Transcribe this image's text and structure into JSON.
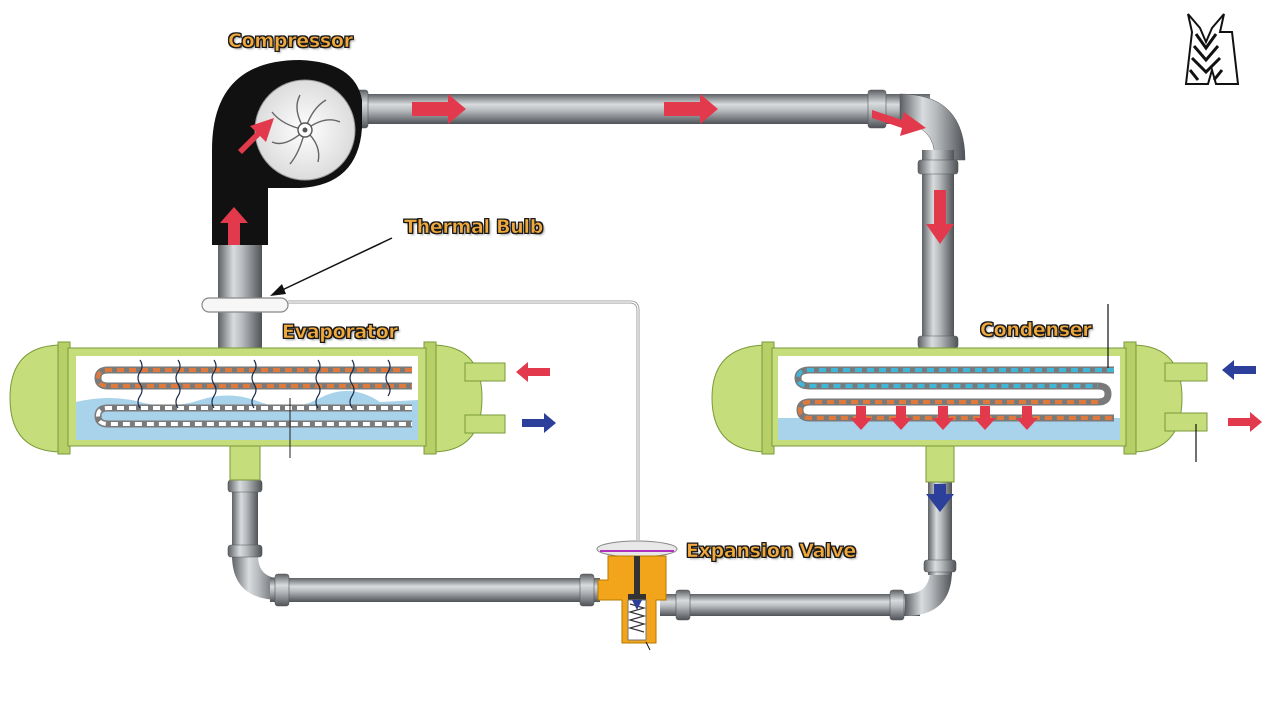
{
  "labels": {
    "compressor": "Compressor",
    "thermal_bulb": "Thermal Bulb",
    "evaporator": "Evaporator",
    "condenser": "Condenser",
    "expansion_valve": "Expansion Valve"
  },
  "colors": {
    "pipe": "#8e9296",
    "vessel": "#c5dd7a",
    "hot_flow": "#e23a4c",
    "cold_flow": "#2c3f9a",
    "hot_tube": "#e07a3c",
    "cold_tube": "#3fb7d8",
    "liquid": "#a8d3ea",
    "valve_body": "#f2a51a",
    "label_fill": "#f2a93b"
  },
  "icons": {
    "logo": "zebra-head-logo",
    "fan": "compressor-impeller-icon"
  }
}
